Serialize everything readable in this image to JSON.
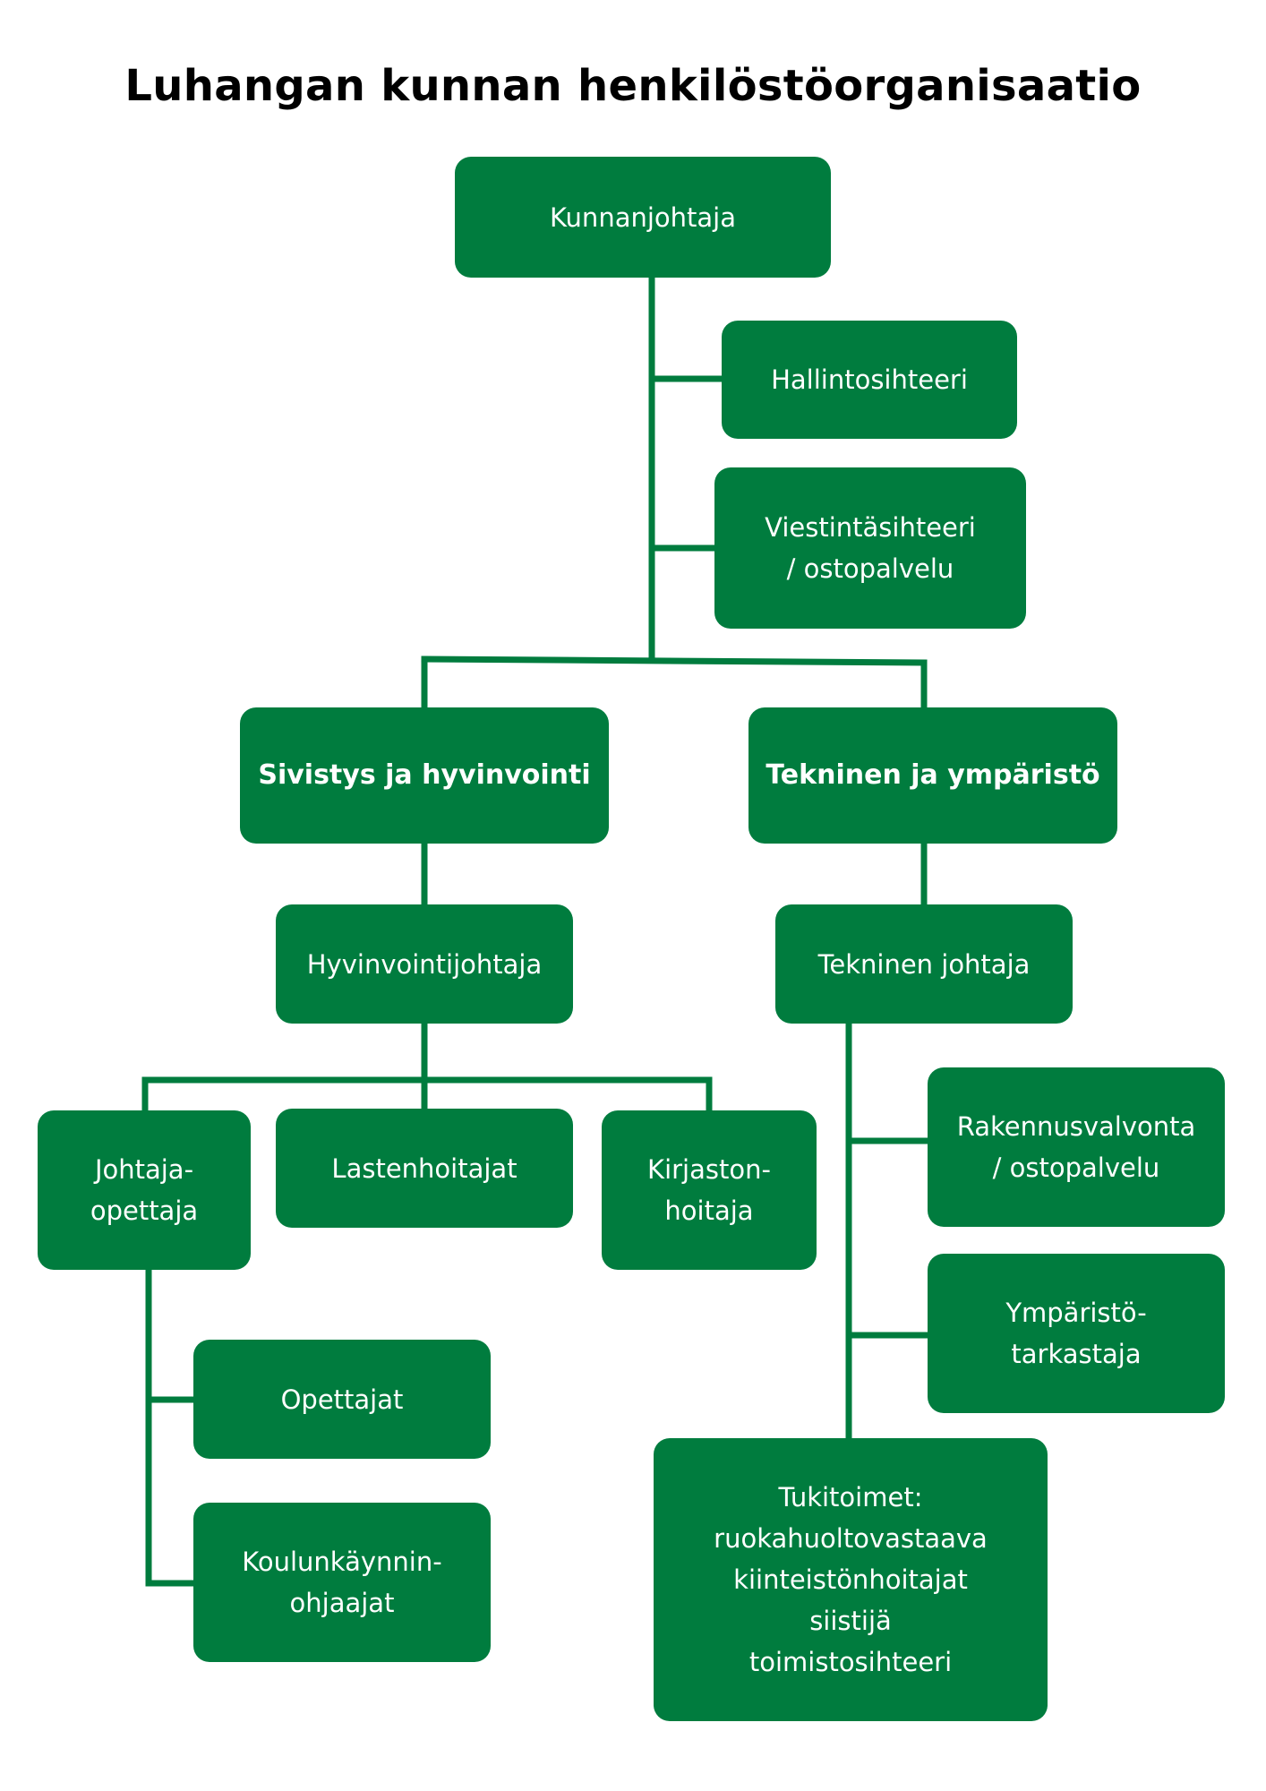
{
  "title": "Luhangan kunnan henkilöstöorganisaatio",
  "colors": {
    "box": "#007c3e",
    "line": "#007c3e",
    "text": "#ffffff"
  },
  "nodes": {
    "kunnanjohtaja": {
      "lines": [
        "Kunnanjohtaja"
      ]
    },
    "hallintosihteeri": {
      "lines": [
        "Hallintosihteeri"
      ]
    },
    "viestintasihteeri": {
      "lines": [
        "Viestintäsihteeri",
        "/ ostopalvelu"
      ]
    },
    "sivistys": {
      "lines": [
        "Sivistys ja hyvinvointi"
      ]
    },
    "tekninen": {
      "lines": [
        "Tekninen ja ympäristö"
      ]
    },
    "hyvinvointijohtaja": {
      "lines": [
        "Hyvinvointijohtaja"
      ]
    },
    "tekninen_johtaja": {
      "lines": [
        "Tekninen johtaja"
      ]
    },
    "johtaja_opettaja": {
      "lines": [
        "Johtaja-",
        "opettaja"
      ]
    },
    "lastenhoitajat": {
      "lines": [
        "Lastenhoitajat"
      ]
    },
    "kirjastonhoitaja": {
      "lines": [
        "Kirjaston-",
        "hoitaja"
      ]
    },
    "rakennusvalvonta": {
      "lines": [
        "Rakennusvalvonta",
        "/ ostopalvelu"
      ]
    },
    "ymparistotarkastaja": {
      "lines": [
        "Ympäristö-",
        "tarkastaja"
      ]
    },
    "opettajat": {
      "lines": [
        "Opettajat"
      ]
    },
    "koulunkayntiohjaajat": {
      "lines": [
        "Koulunkäynnin-",
        "ohjaajat"
      ]
    },
    "tukitoimet": {
      "lines": [
        "Tukitoimet:",
        "ruokahuoltovastaava",
        "kiinteistönhoitajat",
        "siistijä",
        "toimistosihteeri"
      ]
    }
  }
}
